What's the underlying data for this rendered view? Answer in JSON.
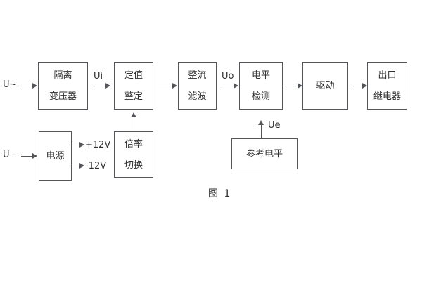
{
  "diagram": {
    "caption": "图 1",
    "colors": {
      "line": "#55565a",
      "text": "#2f2f2f",
      "background": "#ffffff"
    },
    "inputs": {
      "ac_label": "U~",
      "dc_label": "U -"
    },
    "signal_labels": {
      "ui": "Ui",
      "uo": "Uo",
      "ue": "Ue",
      "plus12": "+12V",
      "minus12": "-12V"
    },
    "blocks": {
      "isolation_transformer": {
        "line1": "隔离",
        "line2": "变压器"
      },
      "setting_adjust": {
        "line1": "定值",
        "line2": "整定"
      },
      "rectifier_filter": {
        "line1": "整流",
        "line2": "滤波"
      },
      "level_detect": {
        "line1": "电平",
        "line2": "检测"
      },
      "drive": {
        "label": "驱动"
      },
      "output_relay": {
        "line1": "出口",
        "line2": "继电器"
      },
      "power_supply": {
        "label": "电源"
      },
      "ratio_switch": {
        "line1": "倍率",
        "line2": "切换"
      },
      "reference_level": {
        "label": "参考电平"
      }
    }
  }
}
